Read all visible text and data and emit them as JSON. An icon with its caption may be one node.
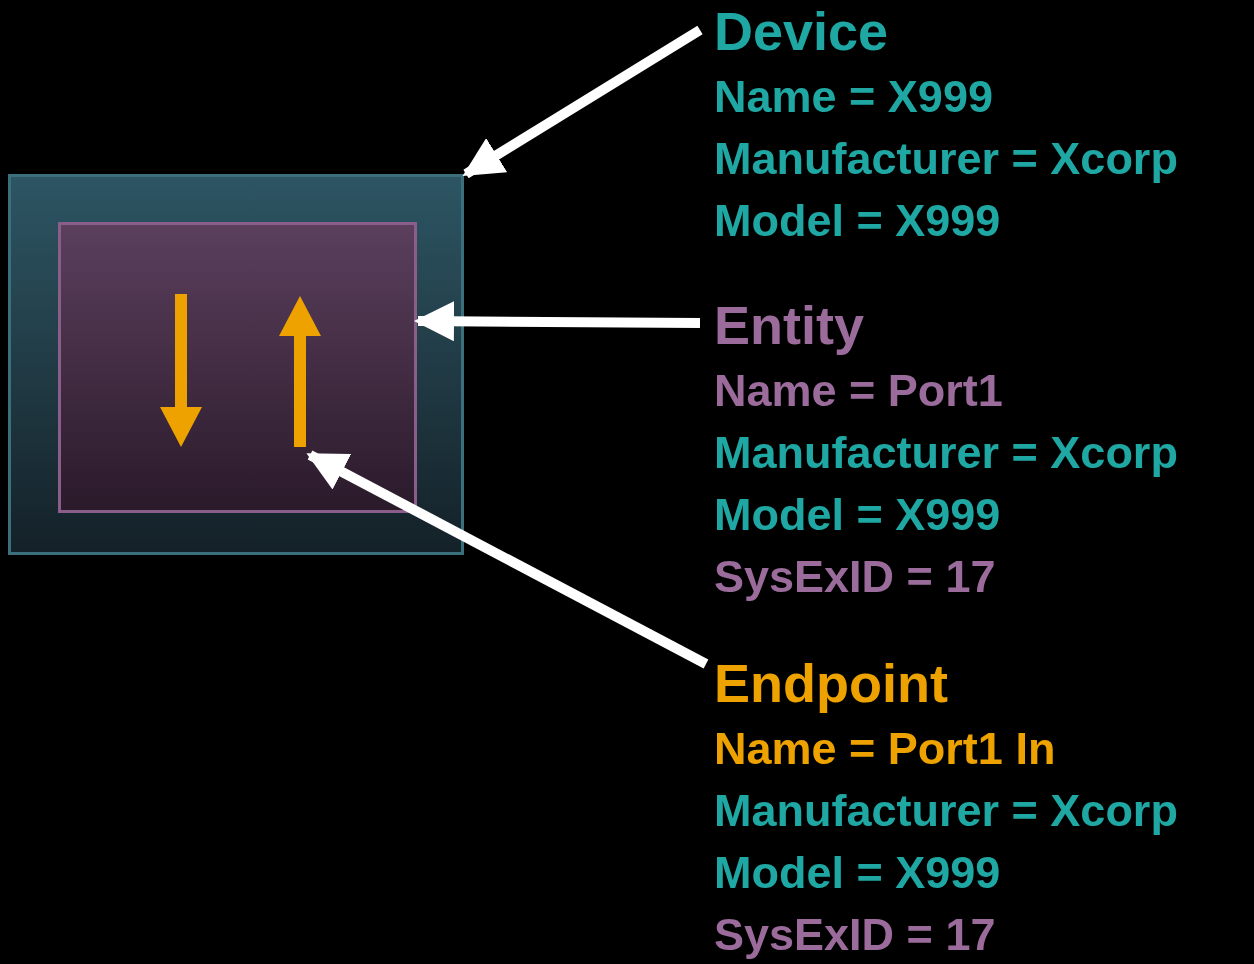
{
  "diagram": {
    "nodes": [
      {
        "text": [],
        "shape": "box"
      },
      {
        "text": [],
        "shape": "box",
        "in": 0
      },
      {
        "text": [],
        "shape": "arrow",
        "in": 1
      },
      {
        "text": [],
        "shape": "arrow",
        "in": 1
      },
      {
        "text": [
          "Device",
          "Name = X999",
          "Manufacturer = Xcorp",
          "Model = X999"
        ]
      },
      {
        "text": [
          "Entity",
          "Name = Port1",
          "Manufacturer = Xcorp",
          "Model = X999",
          "SysExID = 17"
        ]
      },
      {
        "text": [
          "Endpoint",
          "Name = Port1 In",
          "Manufacturer = Xcorp",
          "Model = X999",
          "SysExID = 17"
        ]
      }
    ],
    "edges": [
      {
        "from": 4,
        "to": 0,
        "arrow": "to"
      },
      {
        "from": 5,
        "to": 1,
        "arrow": "to"
      },
      {
        "from": 6,
        "to": 3,
        "arrow": "to"
      }
    ]
  }
}
